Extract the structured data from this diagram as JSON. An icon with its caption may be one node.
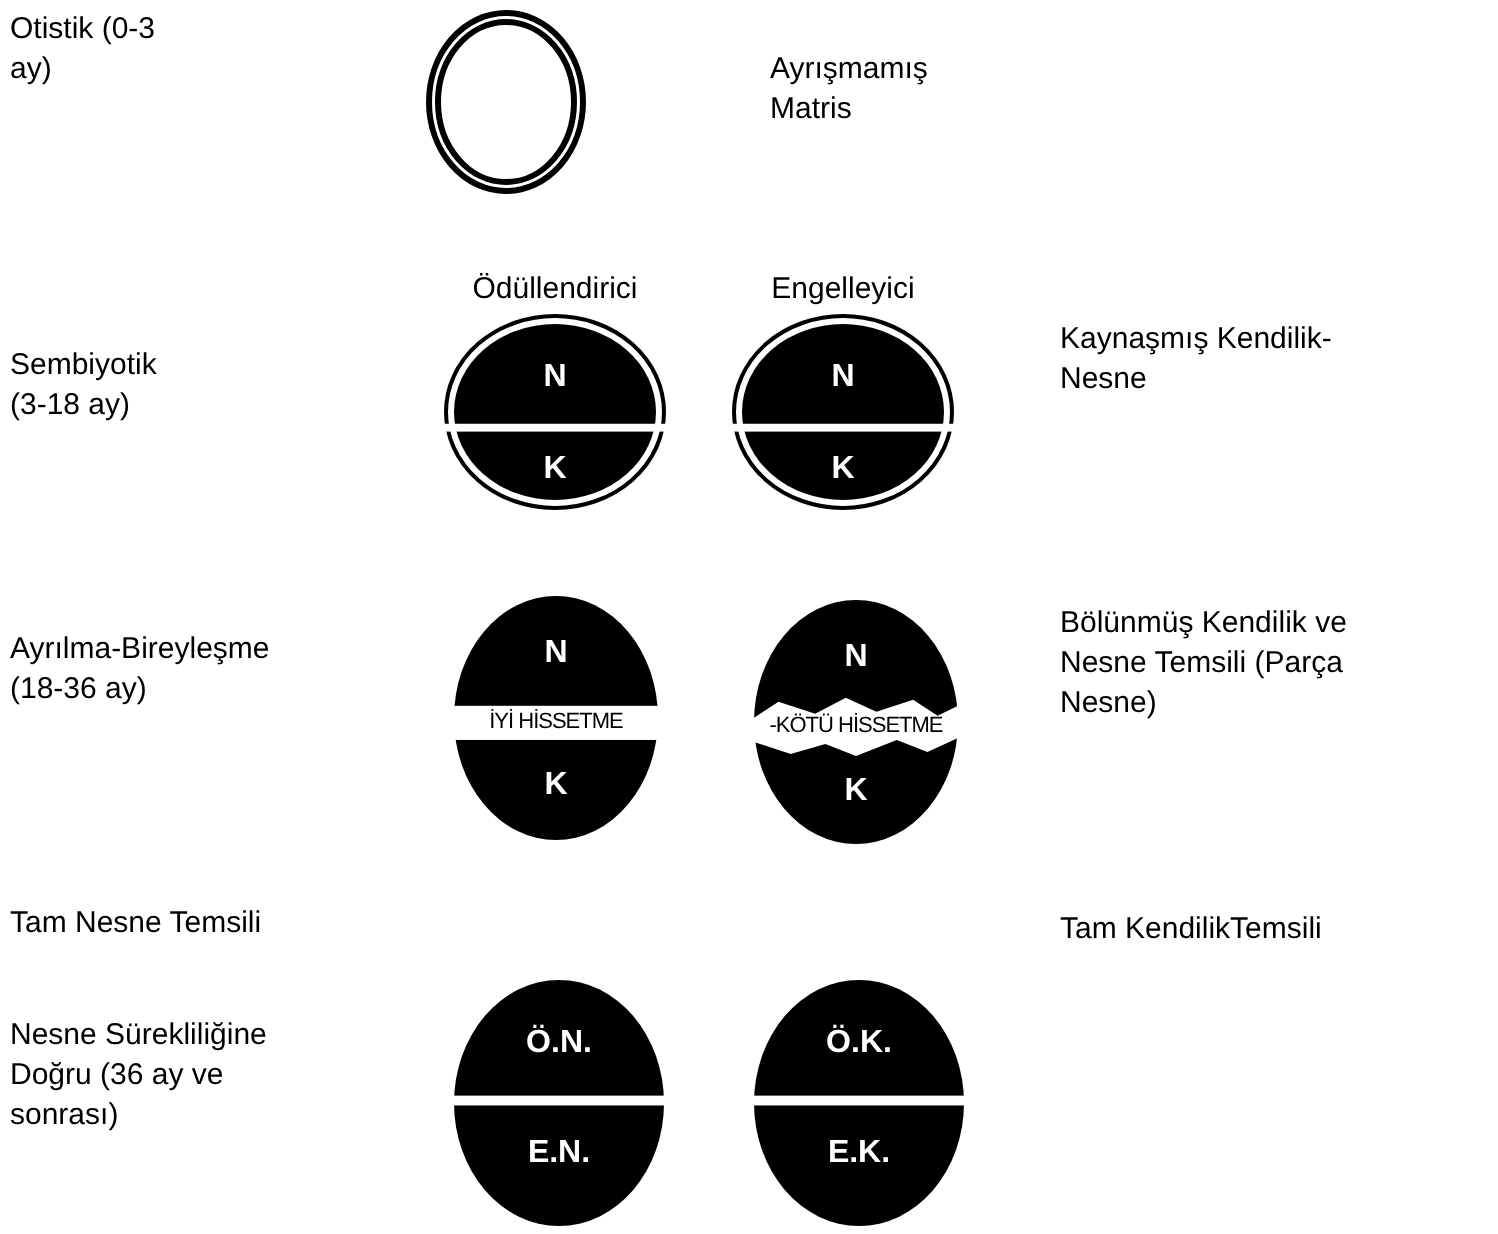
{
  "diagram": {
    "nodes": [
      {
        "text": [],
        "shape": "circle"
      },
      {
        "text": [
          "Ödüllendirici",
          "N",
          "K"
        ]
      },
      {
        "text": [
          "Engelleyici",
          "N",
          "K"
        ]
      },
      {
        "text": [
          "N",
          "İYİ HİSSETME",
          "K"
        ]
      },
      {
        "text": [
          "N",
          "-KÖTÜ HİSSETME",
          "K"
        ]
      },
      {
        "text": [
          "Ö.N.",
          "E.N."
        ]
      },
      {
        "text": [
          "Ö.K.",
          "E.K."
        ]
      }
    ],
    "labels": [
      "Otistik (0-3 ay)",
      "Ayrışmamış Matris",
      "Sembiyotik (3-18 ay)",
      "Kaynaşmış Kendilik-Nesne",
      "Ayrılma-Bireyleşme (18-36 ay)",
      "Bölünmüş Kendilik ve Nesne Temsili (Parça Nesne)",
      "Tam Nesne Temsili",
      "Tam KendilikTemsili",
      "Nesne Sürekliliğine Doğru (36 ay ve sonrası)"
    ]
  }
}
